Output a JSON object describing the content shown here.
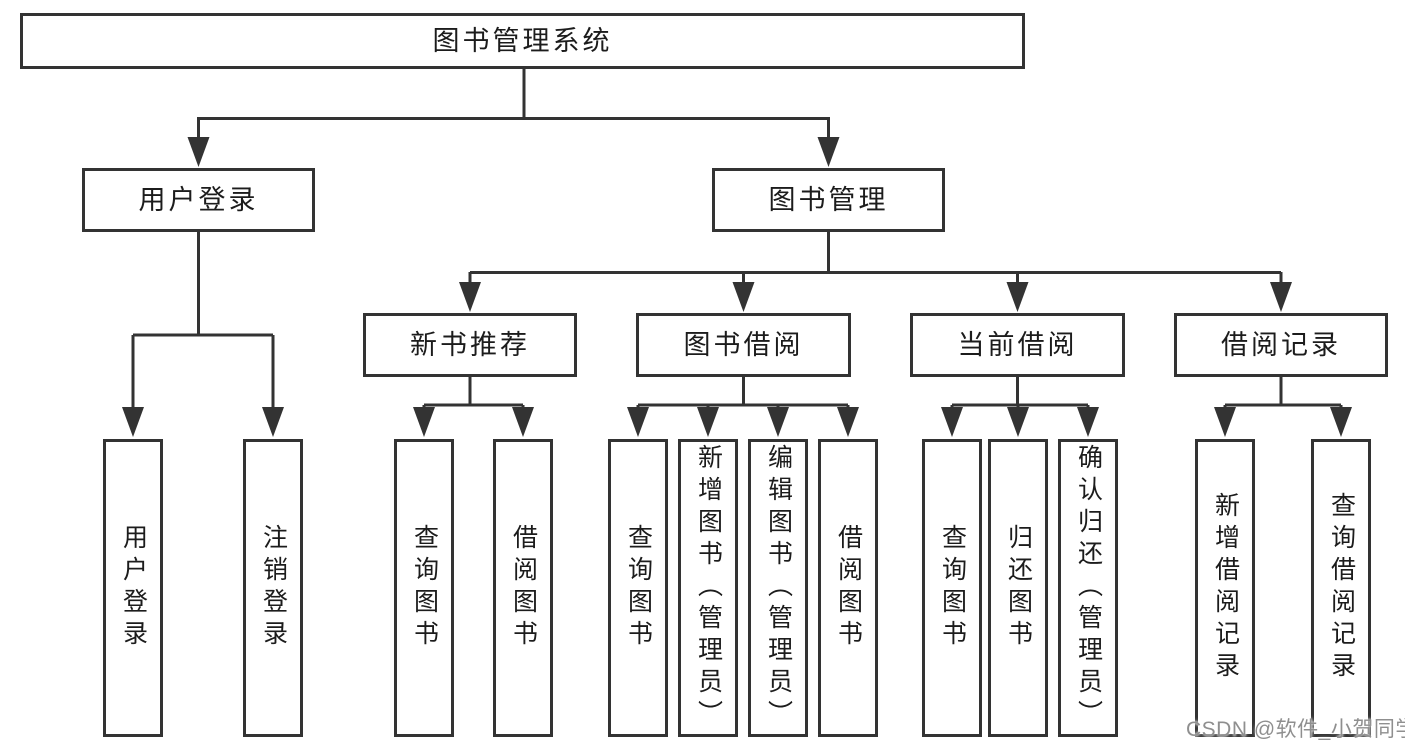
{
  "diagram": {
    "root": {
      "label": "图书管理系统",
      "children": [
        {
          "label": "用户登录",
          "children": [
            {
              "label": "用户登录"
            },
            {
              "label": "注销登录"
            }
          ]
        },
        {
          "label": "图书管理",
          "children": [
            {
              "label": "新书推荐",
              "children": [
                {
                  "label": "查询图书"
                },
                {
                  "label": "借阅图书"
                }
              ]
            },
            {
              "label": "图书借阅",
              "children": [
                {
                  "label": "查询图书"
                },
                {
                  "label": "新增图书（管理员）"
                },
                {
                  "label": "编辑图书（管理员）"
                },
                {
                  "label": "借阅图书"
                }
              ]
            },
            {
              "label": "当前借阅",
              "children": [
                {
                  "label": "查询图书"
                },
                {
                  "label": "归还图书"
                },
                {
                  "label": "确认归还（管理员）"
                }
              ]
            },
            {
              "label": "借阅记录",
              "children": [
                {
                  "label": "新增借阅记录"
                },
                {
                  "label": "查询借阅记录"
                }
              ]
            }
          ]
        }
      ]
    },
    "colors": {
      "line": "#333333",
      "box_border": "#333333",
      "box_fill": "#ffffff",
      "text": "#1c1c1c",
      "watermark": "#8f8f8f"
    }
  },
  "watermark": {
    "text": "CSDN @软件_小贺同学"
  }
}
